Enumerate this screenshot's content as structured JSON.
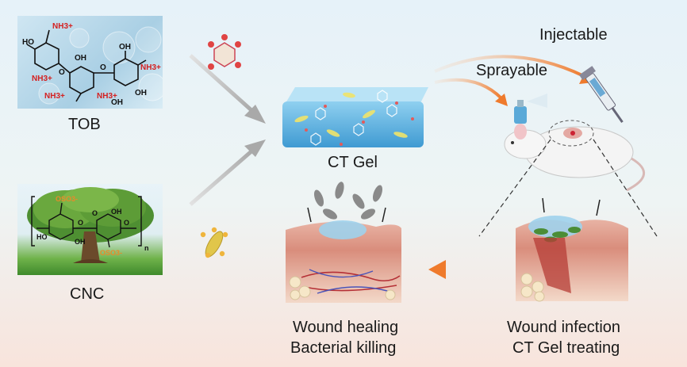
{
  "labels": {
    "tob": "TOB",
    "cnc": "CNC",
    "ct_gel": "CT Gel",
    "injectable": "Injectable",
    "sprayable": "Sprayable",
    "wound_healing": "Wound healing",
    "bacterial_killing": "Bacterial killing",
    "wound_infection": "Wound infection",
    "ct_gel_treating": "CT Gel treating"
  },
  "tob_structure": {
    "groups": [
      "HO",
      "NH3+",
      "OH",
      "NH3+",
      "O",
      "OH",
      "NH3+",
      "NH3+",
      "NH3+",
      "OH",
      "O",
      "OH"
    ]
  },
  "cnc_structure": {
    "groups": [
      "OSO3-",
      "HO",
      "O",
      "OH",
      "OH",
      "O",
      "O",
      "OSO3-",
      "n"
    ]
  },
  "colors": {
    "arrow_gray": "#b9b9b9",
    "arrow_orange": "#ef7a2c",
    "label_red": "#d42020",
    "sulfate_orange": "#e88a2a"
  }
}
